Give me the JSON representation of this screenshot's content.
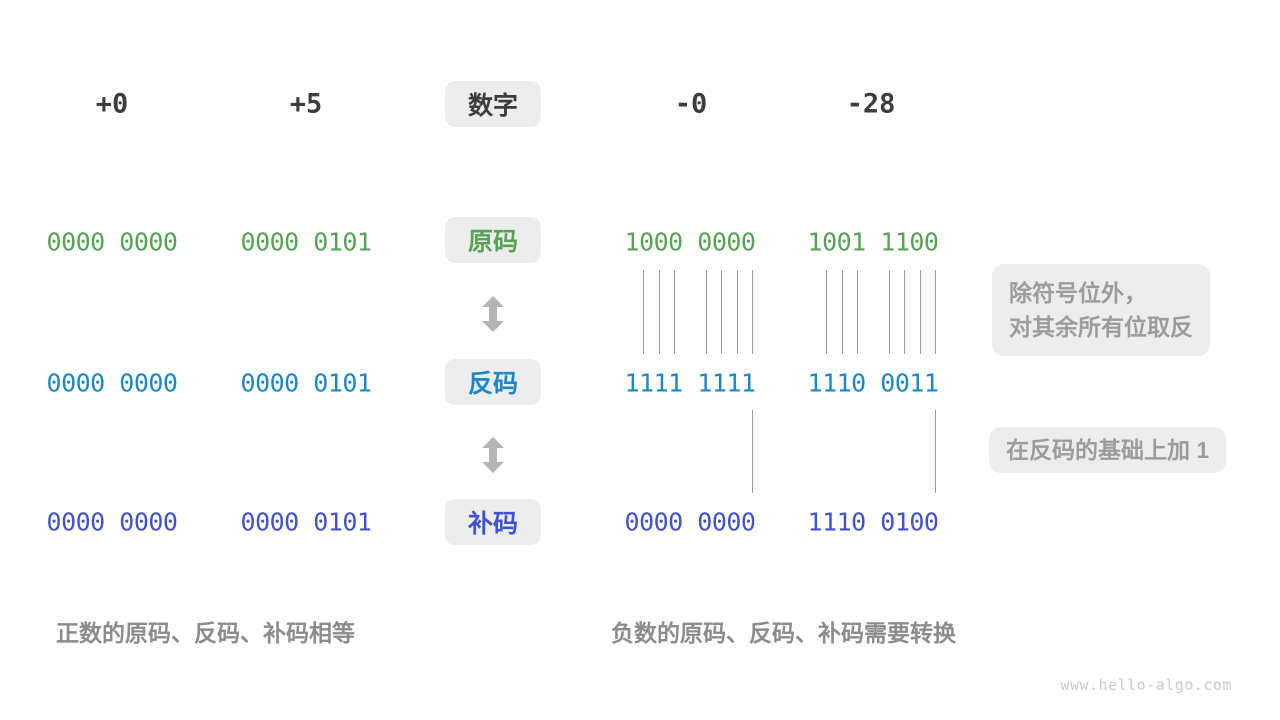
{
  "colors": {
    "sign_magnitude": "#56a356",
    "ones_complement": "#1c87c9",
    "twos_complement": "#4251d0",
    "label_dark": "#3d3d3d",
    "caption_gray": "#8c8c8c",
    "annotation_gray": "#9c9c9c",
    "badge_bg": "#ededed",
    "tick_gray": "#9a9a9a",
    "arrow_gray": "#b5b5b5",
    "watermark_gray": "#cbcbcb"
  },
  "header": {
    "badge_label": "数字",
    "numbers": [
      "+0",
      "+5",
      "-0",
      "-28"
    ]
  },
  "rows": [
    {
      "badge_label": "原码",
      "values": [
        "0000 0000",
        "0000 0101",
        "1000 0000",
        "1001 1100"
      ]
    },
    {
      "badge_label": "反码",
      "values": [
        "0000 0000",
        "0000 0101",
        "1111 1111",
        "1110 0011"
      ]
    },
    {
      "badge_label": "补码",
      "values": [
        "0000 0000",
        "0000 0101",
        "0000 0000",
        "1110 0100"
      ]
    }
  ],
  "annotations": {
    "invert_line1": "除符号位外，",
    "invert_line2": "对其余所有位取反",
    "add_one": "在反码的基础上加 1"
  },
  "captions": {
    "positive": "正数的原码、反码、补码相等",
    "negative": "负数的原码、反码、补码需要转换"
  },
  "watermark": "www.hello-algo.com"
}
